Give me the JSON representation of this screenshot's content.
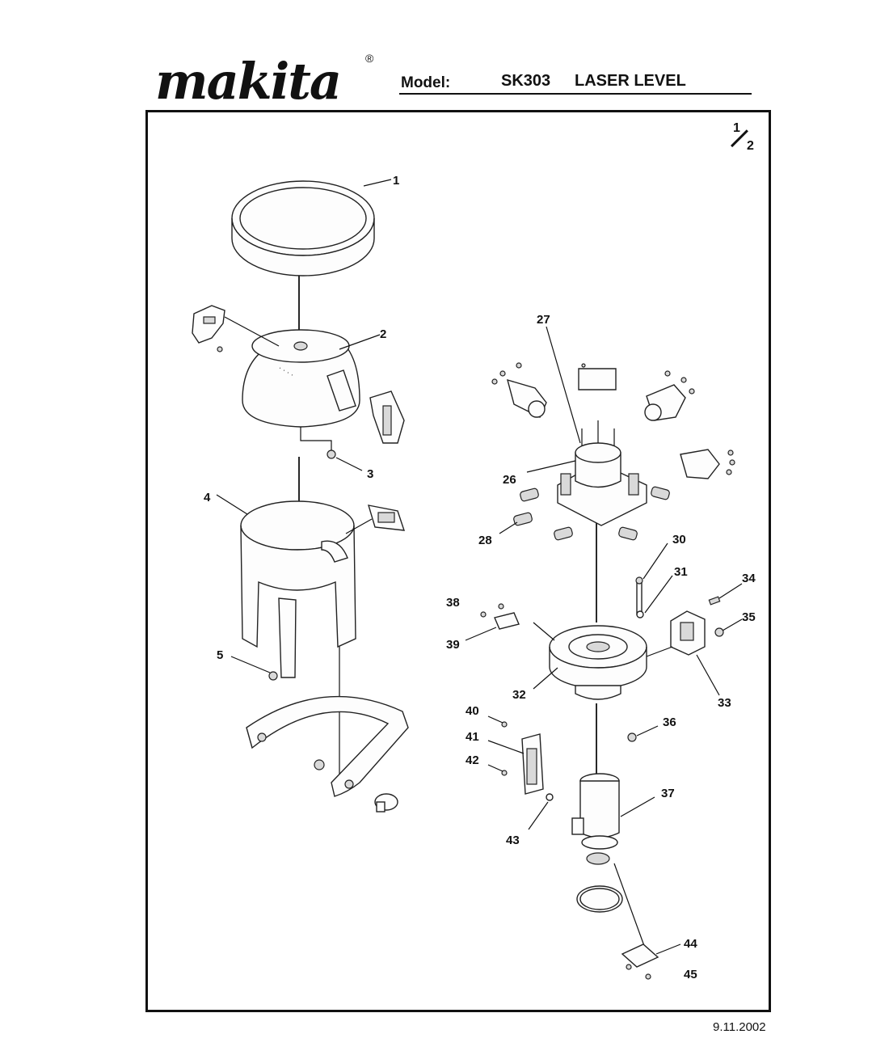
{
  "header": {
    "brand": "makita",
    "registered_mark": "®",
    "model_label": "Model:",
    "model_code": "SK303",
    "model_description": "LASER LEVEL"
  },
  "sheet": {
    "number": "1",
    "total": "2"
  },
  "footer": {
    "date": "9.11.2002"
  },
  "callouts": [
    "1",
    "2",
    "3",
    "4",
    "5",
    "26",
    "27",
    "28",
    "30",
    "31",
    "32",
    "33",
    "34",
    "35",
    "36",
    "37",
    "38",
    "39",
    "40",
    "41",
    "42",
    "43",
    "44",
    "45"
  ],
  "icons": {
    "logo": "makita-logo"
  }
}
